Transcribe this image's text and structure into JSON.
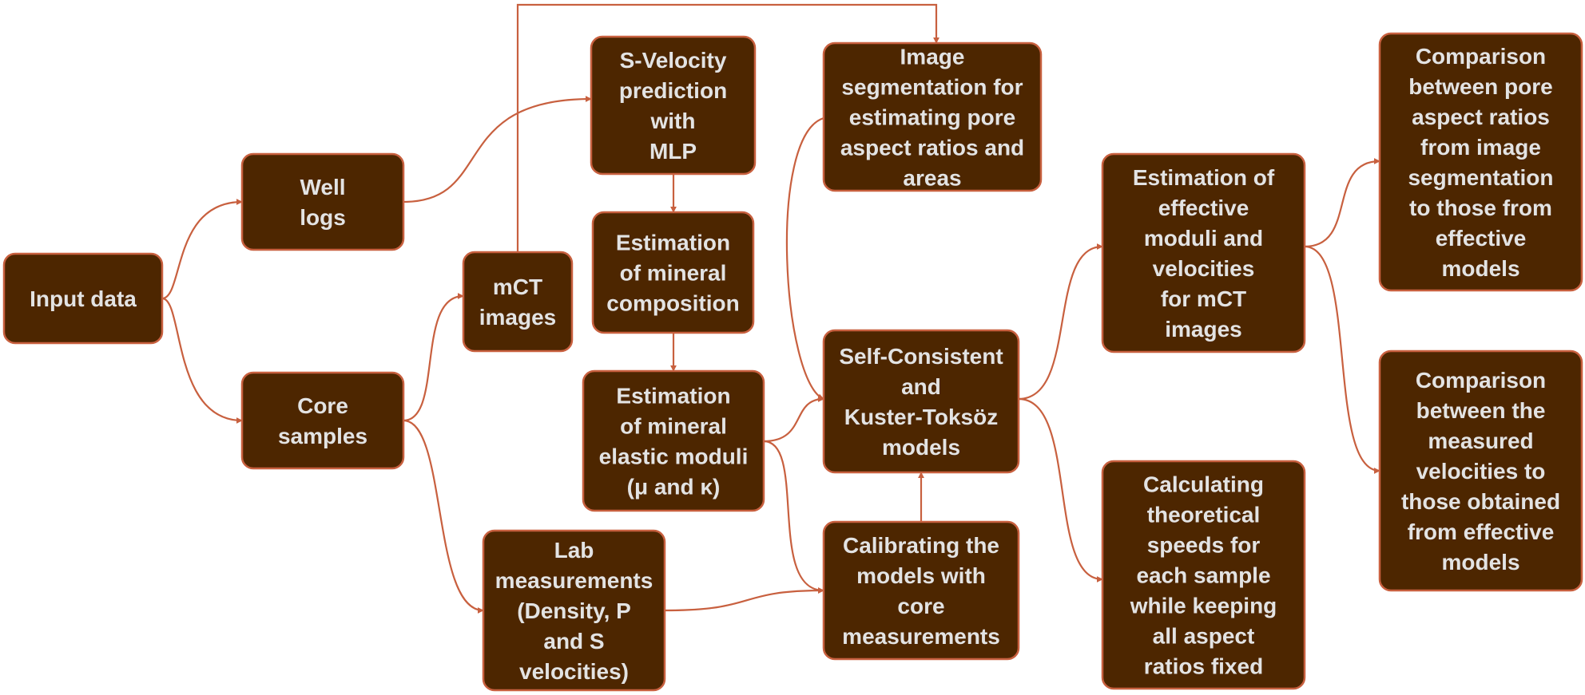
{
  "nodes": [
    {
      "id": "input",
      "lines": [
        "Input data"
      ]
    },
    {
      "id": "well",
      "lines": [
        "Well",
        "logs"
      ]
    },
    {
      "id": "core",
      "lines": [
        "Core",
        "samples"
      ]
    },
    {
      "id": "mct",
      "lines": [
        "mCT",
        "images"
      ]
    },
    {
      "id": "svel",
      "lines": [
        "S-Velocity",
        "prediction",
        "with",
        "MLP"
      ]
    },
    {
      "id": "mincomp",
      "lines": [
        "Estimation",
        "of mineral",
        "composition"
      ]
    },
    {
      "id": "minelastic",
      "lines": [
        "Estimation",
        "of mineral",
        "elastic moduli",
        "(μ and κ)"
      ]
    },
    {
      "id": "lab",
      "lines": [
        "Lab",
        "measurements",
        "(Density, P",
        "and S",
        "velocities)"
      ]
    },
    {
      "id": "imgseg",
      "lines": [
        "Image",
        "segmentation for",
        "estimating pore",
        "aspect ratios and",
        "areas"
      ]
    },
    {
      "id": "sckt",
      "lines": [
        "Self-Consistent",
        "and",
        "Kuster-Toksöz",
        "models"
      ]
    },
    {
      "id": "calib",
      "lines": [
        "Calibrating the",
        "models with",
        "core",
        "measurements"
      ]
    },
    {
      "id": "effmod",
      "lines": [
        "Estimation of",
        "effective",
        "moduli and",
        "velocities",
        "for mCT",
        "images"
      ]
    },
    {
      "id": "theo",
      "lines": [
        "Calculating",
        "theoretical",
        "speeds for",
        "each sample",
        "while keeping",
        "all aspect",
        "ratios fixed"
      ]
    },
    {
      "id": "comp1",
      "lines": [
        "Comparison",
        "between pore",
        "aspect ratios",
        "from image",
        "segmentation",
        "to those from",
        "effective",
        "models"
      ]
    },
    {
      "id": "comp2",
      "lines": [
        "Comparison",
        "between the",
        "measured",
        "velocities to",
        "those obtained",
        "from effective",
        "models"
      ]
    }
  ],
  "colors": {
    "box_fill": "#4d2600",
    "box_stroke": "#c8603f",
    "text": "#e3e3e3",
    "arrow": "#c8603f"
  }
}
